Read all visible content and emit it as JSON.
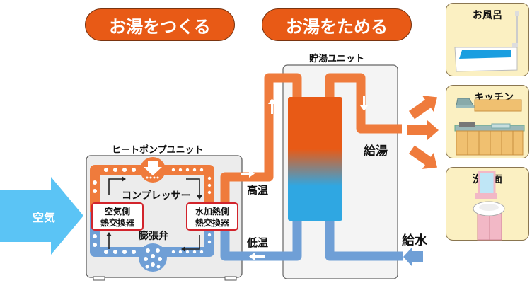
{
  "headers": {
    "make_hot_water": "お湯をつくる",
    "store_hot_water": "お湯をためる"
  },
  "units": {
    "heat_pump": "ヒートポンプユニット",
    "storage": "貯湯ユニット"
  },
  "heat_pump": {
    "compressor": "コンプレッサー",
    "expansion_valve": "膨張弁",
    "air_hx_line1": "空気側",
    "air_hx_line2": "熱交換器",
    "water_hx_line1": "水加熱側",
    "water_hx_line2": "熱交換器"
  },
  "flows": {
    "air": "空気",
    "high_temp": "高温",
    "low_temp": "低温",
    "hot_supply": "給湯",
    "water_supply": "給水"
  },
  "rooms": [
    {
      "label": "お風呂",
      "icon": "bathtub-icon"
    },
    {
      "label": "キッチン",
      "icon": "kitchen-icon"
    },
    {
      "label": "洗　面",
      "icon": "washbasin-icon"
    }
  ],
  "colors": {
    "hot": "#ef7b3c",
    "hot_dark": "#e85a16",
    "cold": "#6f9fd6",
    "tank_bottom": "#2fa7e2",
    "air": "#5bc4f5",
    "hx_border": "#d2242c",
    "room_bg": "#fbf0c2"
  }
}
